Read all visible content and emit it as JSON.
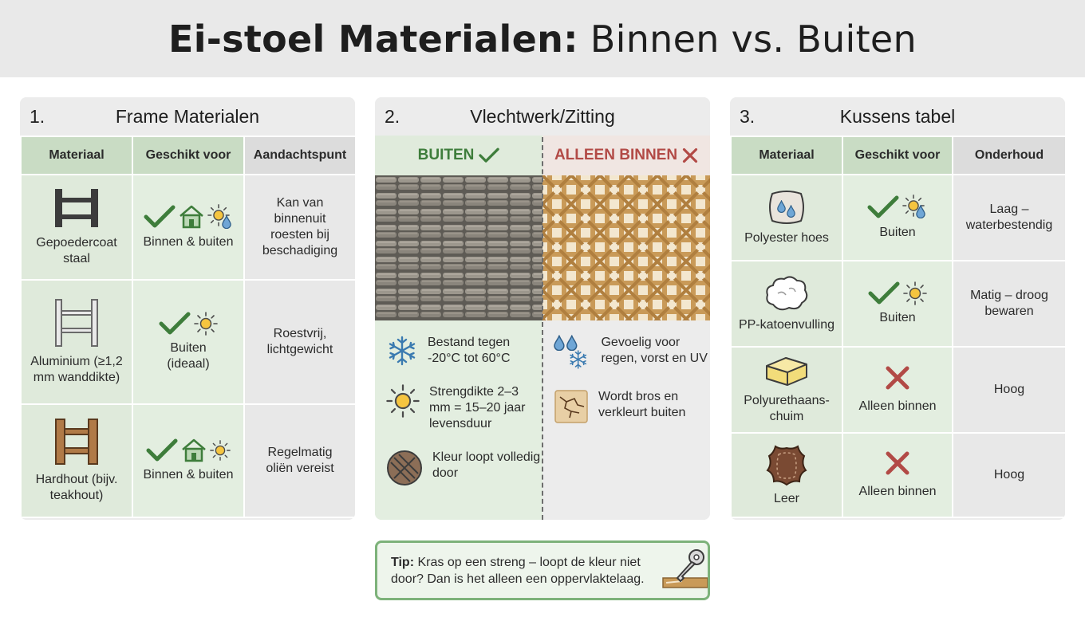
{
  "page": {
    "title_bold": "Ei-stoel Materialen:",
    "title_rest": " Binnen vs. Buiten"
  },
  "frame": {
    "number": "1.",
    "title": "Frame Materialen",
    "headers": [
      "Materiaal",
      "Geschikt voor",
      "Aandachtspunt"
    ],
    "rows": [
      {
        "material": "Gepoedercoat staal",
        "icon": "steel-frame-icon",
        "suitable": "Binnen & buiten",
        "note": "Kan van binnenuit roesten bij beschadiging"
      },
      {
        "material": "Aluminium (≥1,2 mm wanddikte)",
        "icon": "aluminium-frame-icon",
        "suitable": "Buiten (ideaal)",
        "note": "Roestvrij, lichtgewicht"
      },
      {
        "material": "Hardhout (bijv. teakhout)",
        "icon": "wood-frame-icon",
        "suitable": "Binnen & buiten",
        "note": "Regelmatig oliën vereist"
      }
    ]
  },
  "weave": {
    "number": "2.",
    "title": "Vlechtwerk/Zitting",
    "outdoor_label": "BUITEN",
    "indoor_label": "ALLEEN BINNEN",
    "outdoor_features": [
      {
        "icon": "snowflake-icon",
        "text": "Bestand tegen -20°C tot 60°C"
      },
      {
        "icon": "sun-icon",
        "text": "Strengdikte 2–3 mm = 15–20 jaar levensduur"
      },
      {
        "icon": "color-through-icon",
        "text": "Kleur loopt volledig door"
      }
    ],
    "indoor_features": [
      {
        "icon": "rain-frost-icon",
        "text": "Gevoelig voor regen, vorst en UV"
      },
      {
        "icon": "cracked-icon",
        "text": "Wordt bros en verkleurt buiten"
      }
    ]
  },
  "cushions": {
    "number": "3.",
    "title": "Kussens tabel",
    "headers": [
      "Materiaal",
      "Geschikt voor",
      "Onderhoud"
    ],
    "rows": [
      {
        "material": "Polyester hoes",
        "icon": "polyester-cover-icon",
        "suitable": "Buiten",
        "maintenance": "Laag – waterbestendig"
      },
      {
        "material": "PP-katoenvulling",
        "icon": "cotton-filling-icon",
        "suitable": "Buiten",
        "maintenance": "Matig – droog bewaren"
      },
      {
        "material": "Polyurethaans-chuim",
        "icon": "foam-icon",
        "suitable": "Alleen binnen",
        "maintenance": "Hoog"
      },
      {
        "material": "Leer",
        "icon": "leather-icon",
        "suitable": "Alleen binnen",
        "maintenance": "Hoog"
      }
    ]
  },
  "tip": {
    "label": "Tip:",
    "text": " Kras op een streng – loopt de kleur niet door? Dan is het alleen een oppervlaktelaag."
  },
  "colors": {
    "green": "#3e7d3b",
    "red": "#b24a46",
    "header_green": "#c9dcc4",
    "cell_green": "#dfeadb"
  }
}
